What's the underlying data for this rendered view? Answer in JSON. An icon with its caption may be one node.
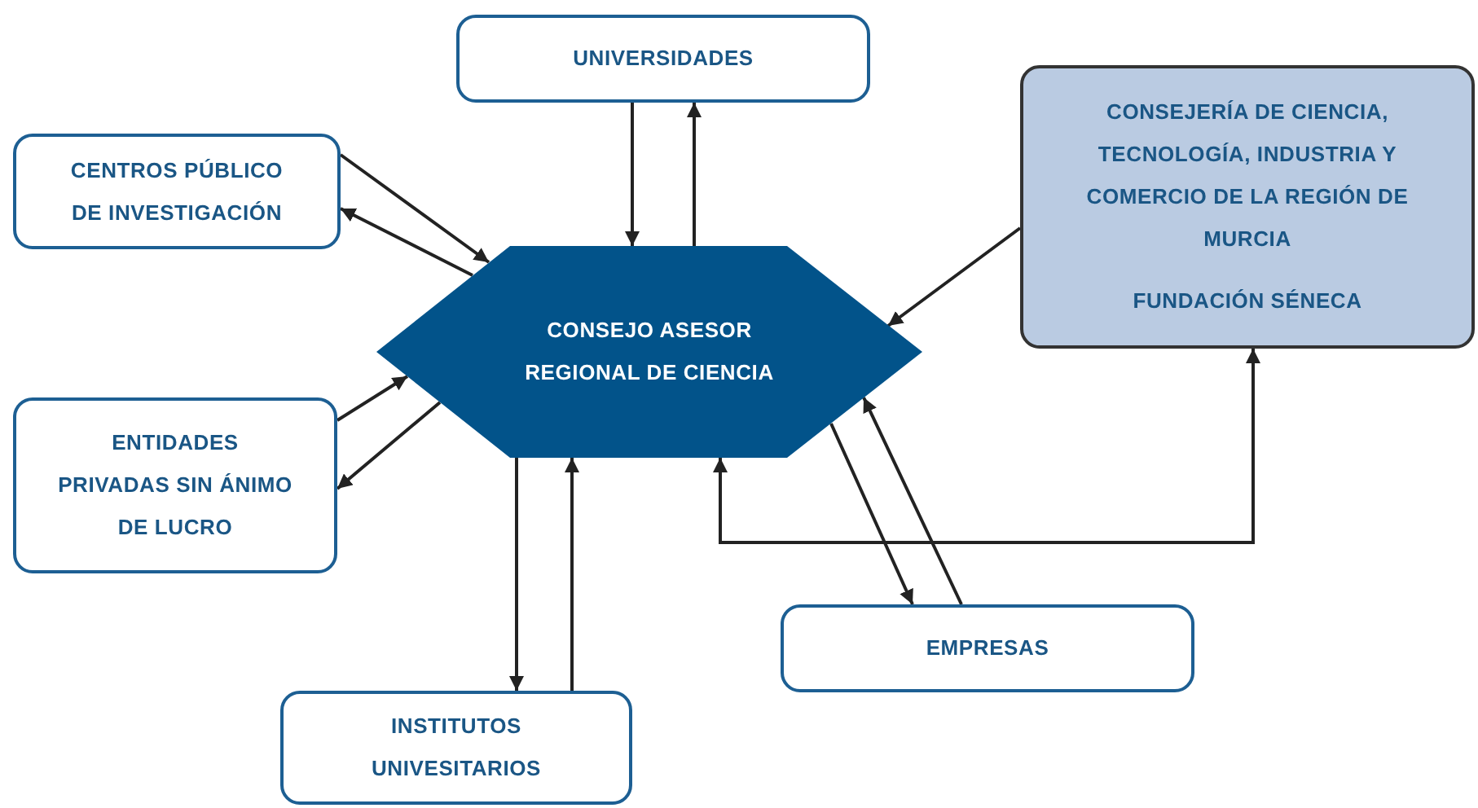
{
  "diagram": {
    "nodes": [
      {
        "text": [
          "UNIVERSIDADES"
        ]
      },
      {
        "text": [
          "CENTROS PÚBLICO DE INVESTIGACIÓN"
        ]
      },
      {
        "text": [
          "CONSEJERÍA DE CIENCIA, TECNOLOGÍA, INDUSTRIA Y COMERCIO DE LA REGIÓN DE MURCIA",
          "FUNDACIÓN SÉNECA"
        ]
      },
      {
        "text": [
          "CONSEJO ASESOR REGIONAL DE CIENCIA"
        ]
      },
      {
        "text": [
          "ENTIDADES PRIVADAS SIN ÁNIMO DE LUCRO"
        ]
      },
      {
        "text": [
          "EMPRESAS"
        ]
      },
      {
        "text": [
          "INSTITUTOS UNIVESITARIOS"
        ]
      }
    ],
    "edges": [
      {
        "from": 0,
        "to": 3,
        "arrow": "to"
      },
      {
        "from": 3,
        "to": 0,
        "arrow": "to"
      },
      {
        "from": 1,
        "to": 3,
        "arrow": "to"
      },
      {
        "from": 3,
        "to": 1,
        "arrow": "to"
      },
      {
        "from": 2,
        "to": 3,
        "arrow": "to"
      },
      {
        "from": 4,
        "to": 3,
        "arrow": "to"
      },
      {
        "from": 3,
        "to": 4,
        "arrow": "to"
      },
      {
        "from": 3,
        "to": 6,
        "arrow": "to"
      },
      {
        "from": 6,
        "to": 3,
        "arrow": "to"
      },
      {
        "from": 3,
        "to": 5,
        "arrow": "to"
      },
      {
        "from": 5,
        "to": 3,
        "arrow": "to"
      },
      {
        "from": 3,
        "to": 2,
        "arrow": "both"
      }
    ]
  }
}
